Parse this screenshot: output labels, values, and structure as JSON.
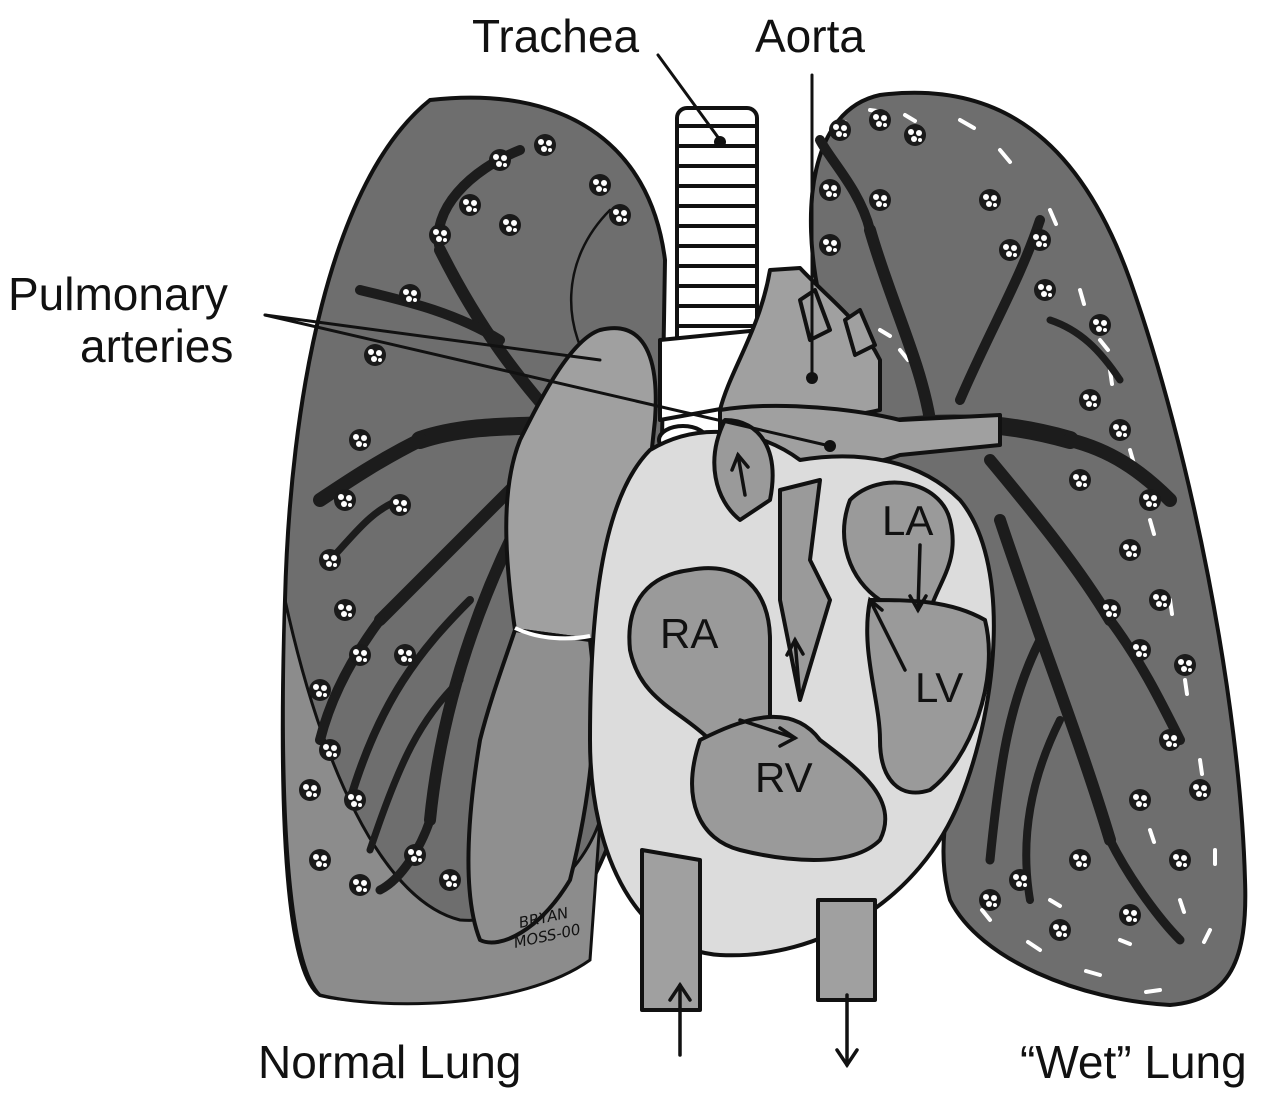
{
  "labels": {
    "trachea": "Trachea",
    "aorta": "Aorta",
    "pulmonary_line1": "Pulmonary",
    "pulmonary_line2": "arteries",
    "normal_lung": "Normal Lung",
    "wet_lung": "“Wet” Lung"
  },
  "chambers": {
    "ra": "RA",
    "rv": "RV",
    "la": "LA",
    "lv": "LV"
  },
  "signature": {
    "line1": "BRYAN",
    "line2": "MOSS-00"
  },
  "colors": {
    "lung_dark": "#6e6e6e",
    "lung_mid": "#8c8c8c",
    "lung_light": "#a8a8a8",
    "heart_light": "#dcdcdc",
    "chamber_gray": "#9a9a9a",
    "vessel_gray": "#a0a0a0",
    "ink": "#111111"
  }
}
